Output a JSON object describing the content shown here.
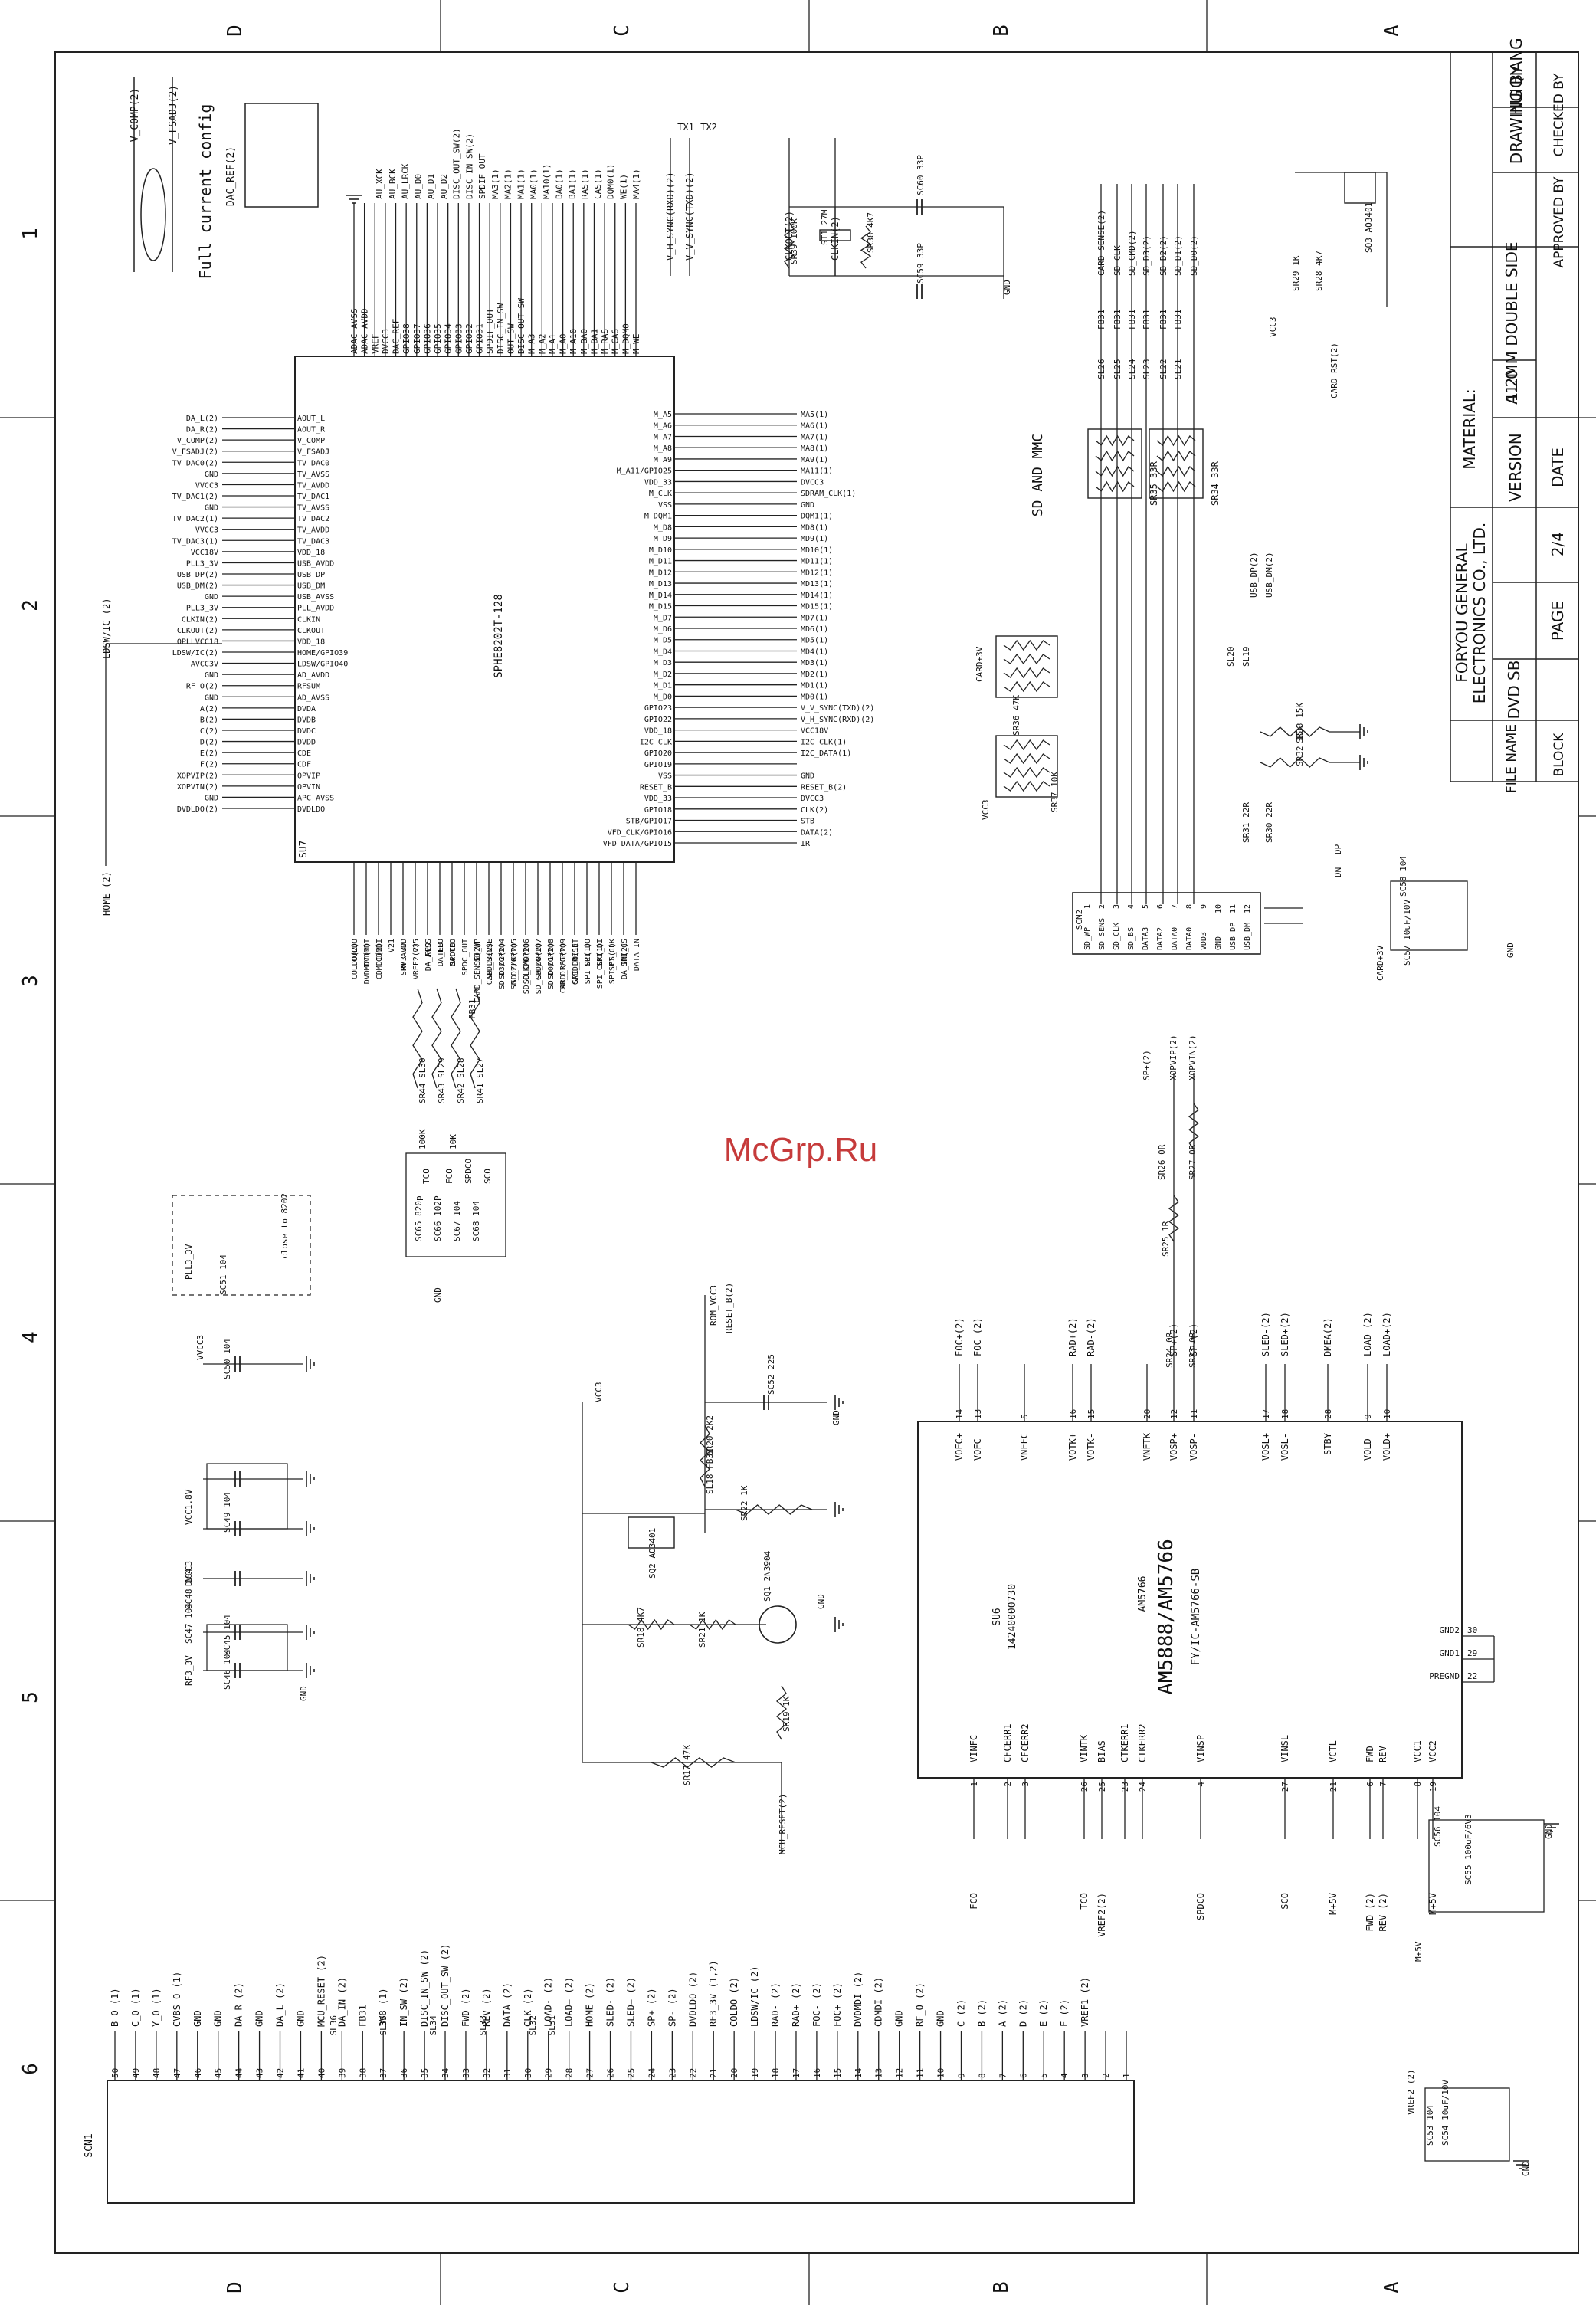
{
  "border": {
    "zones_left_right": [
      "D",
      "C",
      "B",
      "A"
    ],
    "rows": [
      "1",
      "2",
      "3",
      "4",
      "5",
      "6"
    ]
  },
  "title_block": {
    "drawing_by_label": "DRAWING BY",
    "drawing_by": "HUIQIANG",
    "checked_by_label": "CHECKED BY",
    "approved_by_label": "APPROVED BY",
    "material_label": "MATERIAL:",
    "material": "1.2MM DOUBLE SIDE",
    "version_label": "VERSION",
    "version": "A1.0",
    "date_label": "DATE",
    "company_line1": "FORYOU GENERAL",
    "company_line2": "ELECTRONICS CO., LTD.",
    "file_name_label": "FILE NAME",
    "file_name": "DVD SB",
    "page_label": "PAGE",
    "page": "2/4",
    "block_label": "BLOCK"
  },
  "watermark": "McGrp.Ru",
  "components": {
    "u7": {
      "ref": "SU7",
      "part": "SPHE8202T-128"
    },
    "u6": {
      "ref": "SU6",
      "code": "14240000730",
      "part": "AM5888/AM5766",
      "alt": "AM5766",
      "note": "FY/IC-AM5766-SB"
    },
    "cn2": {
      "ref": "SCN2"
    },
    "cn1": {
      "ref": "SCN1"
    },
    "sd_title": "SD AND MMC",
    "full_current": "Full current config",
    "close_note": "close to 8202",
    "q1": {
      "ref": "SQ1",
      "part": "2N3904"
    },
    "q2": {
      "ref": "SQ2",
      "part": "AO3401"
    },
    "q3": {
      "ref": "SQ3",
      "part": "AO3401"
    }
  },
  "u7_top_pins": [
    "ADAC_AVSS",
    "ADAC_AVDD",
    "VREF",
    "DVCC3",
    "DAC_REF",
    "GPIO38",
    "GPIO37",
    "GPIO36",
    "GPIO35",
    "GPIO34",
    "GPIO33",
    "GPIO32",
    "GPIO31",
    "SPDIF_OUT",
    "DISC_IN_SW",
    "OUT_SW",
    "DISC_OUT_SW",
    "M_A3",
    "M_A2",
    "M_A1",
    "M_A0",
    "M_A10",
    "M_BA0",
    "M_BA1",
    "M_RAS",
    "M_CAS",
    "M_DQM0",
    "M_WE"
  ],
  "u7_left_pins": [
    "AOUT_L",
    "AOUT_R",
    "V_COMP",
    "V_FSADJ",
    "TV_DAC0",
    "TV_AVSS",
    "TV_AVDD",
    "TV_DAC1",
    "TV_AVSS",
    "TV_DAC2",
    "TV_AVDD",
    "TV_DAC3",
    "VDD_18",
    "USB_AVDD",
    "USB_DP",
    "USB_DM",
    "USB_AVSS",
    "PLL_AVDD",
    "CLKIN",
    "CLKOUT",
    "VDD_18",
    "HOME/GPIO39",
    "LDSW/GPIO40",
    "AD_AVDD",
    "RFSUM",
    "AD_AVSS",
    "DVDA",
    "DVDB",
    "DVDC",
    "DVDD",
    "CDE",
    "CDF",
    "OPVIP",
    "OPVIN",
    "APC_AVSS",
    "DVDLDO"
  ],
  "u7_left_nets": [
    "DA_L(2)",
    "DA_R(2)",
    "V_COMP(2)",
    "V_FSADJ(2)",
    "TV_DAC0(2)",
    "GND",
    "VVCC3",
    "TV_DAC1(2)",
    "GND",
    "TV_DAC2(1)",
    "VVCC3",
    "TV_DAC3(1)",
    "VCC18V",
    "PLL3_3V",
    "USB_DP(2)",
    "USB_DM(2)",
    "GND",
    "PLL3_3V",
    "CLKIN(2)",
    "CLKOUT(2)",
    "OPLLVCC18",
    "LDSW/IC(2)",
    "AVCC3V",
    "GND",
    "RF_O(2)",
    "GND",
    "A(2)",
    "B(2)",
    "C(2)",
    "D(2)",
    "E(2)",
    "F(2)",
    "XOPVIP(2)",
    "XOPVIN(2)",
    "GND",
    "DVDLDO(2)"
  ],
  "u7_right_pins": [
    "M_A5",
    "M_A6",
    "M_A7",
    "M_A8",
    "M_A9",
    "M_A11/GPIO25",
    "VDD_33",
    "M_CLK",
    "VSS",
    "M_DQM1",
    "M_D8",
    "M_D9",
    "M_D10",
    "M_D11",
    "M_D12",
    "M_D13",
    "M_D14",
    "M_D15",
    "M_D7",
    "M_D6",
    "M_D5",
    "M_D4",
    "M_D3",
    "M_D2",
    "M_D1",
    "M_D0",
    "GPIO23",
    "GPIO22",
    "VDD_18",
    "I2C_CLK",
    "GPIO20",
    "GPIO19",
    "VSS",
    "RESET_B",
    "VDD_33",
    "GPIO18",
    "STB/GPIO17",
    "VFD_CLK/GPIO16",
    "VFD_DATA/GPIO15"
  ],
  "u7_right_nets": [
    "MA5(1)",
    "MA6(1)",
    "MA7(1)",
    "MA8(1)",
    "MA9(1)",
    "MA11(1)",
    "DVCC3",
    "SDRAM_CLK(1)",
    "GND",
    "DQM1(1)",
    "MD8(1)",
    "MD9(1)",
    "MD10(1)",
    "MD11(1)",
    "MD12(1)",
    "MD13(1)",
    "MD14(1)",
    "MD15(1)",
    "MD7(1)",
    "MD6(1)",
    "MD5(1)",
    "MD4(1)",
    "MD3(1)",
    "MD2(1)",
    "MD1(1)",
    "MD0(1)",
    "V_V_SYNC(TXD)(2)",
    "V_H_SYNC(RXD)(2)",
    "VCC18V",
    "I2C_CLK(1)",
    "I2C_DATA(1)",
    "",
    "GND",
    "RESET_B(2)",
    "DVCC3",
    "CLK(2)",
    "STB",
    "DATA(2)",
    "IR"
  ],
  "u7_bottom_pins": [
    "COLDO",
    "DVDMDI",
    "CDMDI",
    "V21",
    "SRV_AVDD",
    "V25",
    "DA_AVSS",
    "DA_FEO",
    "DA_TEO",
    "SPDC_OUT",
    "SD_WP",
    "CARD_SENSE",
    "SD_D3/GPIO4",
    "SD_D2/GPIO5",
    "SD_CLK/GPIO6",
    "SD_CMD/GPIO7",
    "SD_D0/GPIO8",
    "SD_D1/GPIO9",
    "CARD_RESET",
    "SPI_DO",
    "SPI_DI",
    "SPI_CLK",
    "SPI_CS",
    "DATA_IN"
  ],
  "u7_bottom_nets": [
    "COLDO(2)",
    "DVDMDI(2)",
    "CDMDI(2)",
    "",
    "RF3_3V",
    "VREF2(2)",
    "FEO",
    "TEO",
    "SPDCO",
    "",
    "CARD_SENSE(2)",
    "SD_D3(2)",
    "SD_D2(2)",
    "SD_CLK(2)",
    "SD_CMD(2)",
    "SD_D0(2)",
    "SD_D1(2)",
    "CARD_RST(2)",
    "SPI_DO(1)",
    "SPI_DI(1)",
    "SPI_CLK(1)",
    "SPI_CS(1)",
    "DA_IN(2)"
  ],
  "top_small_nets": [
    "V_COMP(2)",
    "V_FSADJ(2)",
    "DAC_REF(2)",
    "AU_XCK",
    "AU_BCK",
    "AU_LRCK",
    "AU_D0",
    "AU_D1",
    "AU_D2",
    "DISC_OUT_SW(2)",
    "DISC_IN_SW(2)",
    "SPDIF_OUT",
    "MA3(1)",
    "MA2(1)",
    "MA1(1)",
    "MA0(1)",
    "MA10(1)",
    "BA0(1)",
    "BA1(1)",
    "RAS(1)",
    "CAS(1)",
    "DQM0(1)",
    "WE(1)",
    "MA4(1)"
  ],
  "top_center": {
    "tx": "TX1",
    "tx2": "TX2",
    "nets": [
      "V_H_SYNC(RXD)(2)",
      "V_V_SYNC(TXD)(2)",
      "CLKOUT(2)",
      "CLKIN(2)"
    ],
    "parts": [
      "SR39 100R",
      "ST1 27M",
      "SR38 4K7",
      "SC60 33P",
      "SC59 33P",
      "GND"
    ]
  },
  "sd_section": {
    "nets": [
      "CARD_SENSE(2)",
      "SD_CLK",
      "SD_CMD(2)",
      "SD_D3(2)",
      "SD_D2(2)",
      "SD_D1(2)",
      "SD_D0(2)"
    ],
    "beads": [
      "SL26",
      "SL25",
      "SL24",
      "SL23",
      "SL22",
      "SL21"
    ],
    "bead_value": "FB31",
    "rpacks": [
      "SR35 33R",
      "SR34 33R"
    ],
    "cn2_pins": [
      "SD_WP",
      "SD_SENS",
      "SD_CLK",
      "SD_BS",
      "DATA3",
      "DATA2",
      "DATA0",
      "DATA0",
      "VDD3",
      "GND",
      "USB_DP",
      "USB_DM"
    ],
    "cn2_nums": [
      "1",
      "2",
      "3",
      "4",
      "5",
      "6",
      "7",
      "8",
      "9",
      "10",
      "11",
      "12"
    ],
    "other": [
      "CARD+3V",
      "SR36 47K",
      "SR37 10K",
      "VCC3",
      "SR33 15K",
      "SR32 15K",
      "SR31 22R",
      "SR30 22R",
      "DP",
      "DN",
      "USB_DP(2)",
      "USB_DM(2)",
      "SL20",
      "SL19",
      "SC58 104",
      "SC57 10uF/10V",
      "GND",
      "CARD+3V",
      "SQ3 AO3401",
      "SR29 1K",
      "SR28 4K7",
      "CARD_RST(2)",
      "VCC3"
    ]
  },
  "lower_left": {
    "parts": [
      "SR44 SL30",
      "SR43 SL29",
      "SR42 SL28",
      "SR41 SL27",
      "FB31",
      "100K",
      "10K",
      "TCO",
      "FCO",
      "SPDCO",
      "SCO",
      "SC65 820p",
      "SC66 102P",
      "SC67 104",
      "SC68 104",
      "GND",
      "PLL3_3V",
      "SC51 104",
      "VVCC3",
      "SC50 104",
      "VCC1.8V",
      "SC49 104",
      "SC48 104",
      "DVCC3",
      "SC47 104",
      "RF3_3V",
      "SC46 104",
      "SC45 104",
      "GND"
    ],
    "bottom_nets": [
      "RF3_3V",
      "VREF2(2)",
      "RF3_3V",
      "GND",
      "CARD_SENSE(2)",
      "FEO",
      "TEO"
    ]
  },
  "middle": {
    "nets": [
      "VCC3",
      "ROM_VCC3",
      "RESET_B(2)",
      "SC52 225",
      "GND",
      "SL18 FB31",
      "SR20 2K2",
      "SR22 1K",
      "SQ2 AO3401",
      "SR18 4K7",
      "SR21 1K",
      "SQ1 2N3904",
      "GND",
      "SR19 1K",
      "SR17 47K",
      "MCU_RESET(2)"
    ]
  },
  "u6_top_pins": [
    {
      "n": "14",
      "p": "VOFC+",
      "net": "FOC+(2)"
    },
    {
      "n": "13",
      "p": "VOFC-",
      "net": "FOC-(2)"
    },
    {
      "n": "5",
      "p": "VNFFC",
      "net": ""
    },
    {
      "n": "16",
      "p": "VOTK+",
      "net": "RAD+(2)"
    },
    {
      "n": "15",
      "p": "VOTK-",
      "net": "RAD-(2)"
    },
    {
      "n": "20",
      "p": "VNFTK",
      "net": ""
    },
    {
      "n": "12",
      "p": "VOSP+",
      "net": "SP+(2)"
    },
    {
      "n": "11",
      "p": "VOSP-",
      "net": "SP-(2)"
    },
    {
      "n": "17",
      "p": "VOSL+",
      "net": "SLED-(2)"
    },
    {
      "n": "18",
      "p": "VOSL-",
      "net": "SLED+(2)"
    },
    {
      "n": "28",
      "p": "STBY",
      "net": "DMEA(2)"
    },
    {
      "n": "9",
      "p": "VOLD-",
      "net": "LOAD-(2)"
    },
    {
      "n": "10",
      "p": "VOLD+",
      "net": "LOAD+(2)"
    }
  ],
  "u6_bottom_pins": [
    {
      "n": "1",
      "p": "VINFC",
      "net": "FCO"
    },
    {
      "n": "2",
      "p": "CFCERR1",
      "net": ""
    },
    {
      "n": "3",
      "p": "CFCERR2",
      "net": ""
    },
    {
      "n": "26",
      "p": "VINTK",
      "net": "TCO"
    },
    {
      "n": "25",
      "p": "BIAS",
      "net": "VREF2(2)"
    },
    {
      "n": "23",
      "p": "CTKERR1",
      "net": ""
    },
    {
      "n": "24",
      "p": "CTKERR2",
      "net": ""
    },
    {
      "n": "4",
      "p": "VINSP",
      "net": "SPDCO"
    },
    {
      "n": "27",
      "p": "VINSL",
      "net": "SCO"
    },
    {
      "n": "21",
      "p": "VCTL",
      "net": "M+5V"
    },
    {
      "n": "6",
      "p": "FWD",
      "net": "FWD (2)"
    },
    {
      "n": "7",
      "p": "REV",
      "net": "REV (2)"
    },
    {
      "n": "8",
      "p": "VCC1",
      "net": ""
    },
    {
      "n": "19",
      "p": "VCC2",
      "net": "M+5V"
    }
  ],
  "u6_right_pins": [
    "GND2",
    "GND1",
    "PREGND"
  ],
  "u6_right_nums": [
    "30",
    "29",
    "22"
  ],
  "u6_misc": [
    "SR26 0R",
    "SR27 0R",
    "SR25 1R",
    "SR24 0R",
    "SR23 0R",
    "SP+(2)",
    "XOPVIP(2)",
    "XOPVIN(2)",
    "SC56 104",
    "SC55 100uF/6V3",
    "GND",
    "M+5V"
  ],
  "cn1_pins": [
    {
      "n": "50",
      "net": "B_O (1)"
    },
    {
      "n": "49",
      "net": "C_O (1)"
    },
    {
      "n": "48",
      "net": "Y_O (1)"
    },
    {
      "n": "47",
      "net": "CVBS_O (1)"
    },
    {
      "n": "46",
      "net": "GND"
    },
    {
      "n": "45",
      "net": "GND"
    },
    {
      "n": "44",
      "net": "DA_R (2)"
    },
    {
      "n": "43",
      "net": "GND"
    },
    {
      "n": "42",
      "net": "DA_L (2)"
    },
    {
      "n": "41",
      "net": "GND"
    },
    {
      "n": "40",
      "net": "MCU_RESET (2)"
    },
    {
      "n": "39",
      "net": "DA_IN (2)"
    },
    {
      "n": "38",
      "net": "FB31"
    },
    {
      "n": "37",
      "net": "3V8 (1)"
    },
    {
      "n": "36",
      "net": "IN_SW (2)"
    },
    {
      "n": "35",
      "net": "DISC_IN_SW (2)"
    },
    {
      "n": "34",
      "net": "DISC_OUT_SW (2)"
    },
    {
      "n": "33",
      "net": "FWD (2)"
    },
    {
      "n": "32",
      "net": "REV (2)"
    },
    {
      "n": "31",
      "net": "DATA (2)"
    },
    {
      "n": "30",
      "net": "CLK (2)"
    },
    {
      "n": "29",
      "net": "LOAD- (2)"
    },
    {
      "n": "28",
      "net": "LOAD+ (2)"
    },
    {
      "n": "27",
      "net": "HOME (2)"
    },
    {
      "n": "26",
      "net": "SLED- (2)"
    },
    {
      "n": "25",
      "net": "SLED+ (2)"
    },
    {
      "n": "24",
      "net": "SP+ (2)"
    },
    {
      "n": "23",
      "net": "SP- (2)"
    },
    {
      "n": "22",
      "net": "DVDLDO (2)"
    },
    {
      "n": "21",
      "net": "RF3_3V (1,2)"
    },
    {
      "n": "20",
      "net": "COLDO (2)"
    },
    {
      "n": "19",
      "net": "LDSW/IC (2)"
    },
    {
      "n": "18",
      "net": "RAD- (2)"
    },
    {
      "n": "17",
      "net": "RAD+ (2)"
    },
    {
      "n": "16",
      "net": "FOC- (2)"
    },
    {
      "n": "15",
      "net": "FOC+ (2)"
    },
    {
      "n": "14",
      "net": "DVDMDI (2)"
    },
    {
      "n": "13",
      "net": "CDMDI (2)"
    },
    {
      "n": "12",
      "net": "GND"
    },
    {
      "n": "11",
      "net": "RF_O (2)"
    },
    {
      "n": "10",
      "net": "GND"
    },
    {
      "n": "9",
      "net": "C (2)"
    },
    {
      "n": "8",
      "net": "B (2)"
    },
    {
      "n": "7",
      "net": "A (2)"
    },
    {
      "n": "6",
      "net": "D (2)"
    },
    {
      "n": "5",
      "net": "E (2)"
    },
    {
      "n": "4",
      "net": "F (2)"
    },
    {
      "n": "3",
      "net": "VREF1 (2)"
    },
    {
      "n": "2",
      "net": ""
    },
    {
      "n": "1",
      "net": ""
    }
  ],
  "cn1_beads": [
    "SL36",
    "SL35",
    "SL34",
    "SL33",
    "SL32",
    "SL31"
  ],
  "bottom_right": [
    "VREF2 (2)",
    "SC53 104",
    "SC54 10uF/10V",
    "GND"
  ],
  "left_home": [
    "HOME (2)",
    "LDSW/IC (2)"
  ]
}
